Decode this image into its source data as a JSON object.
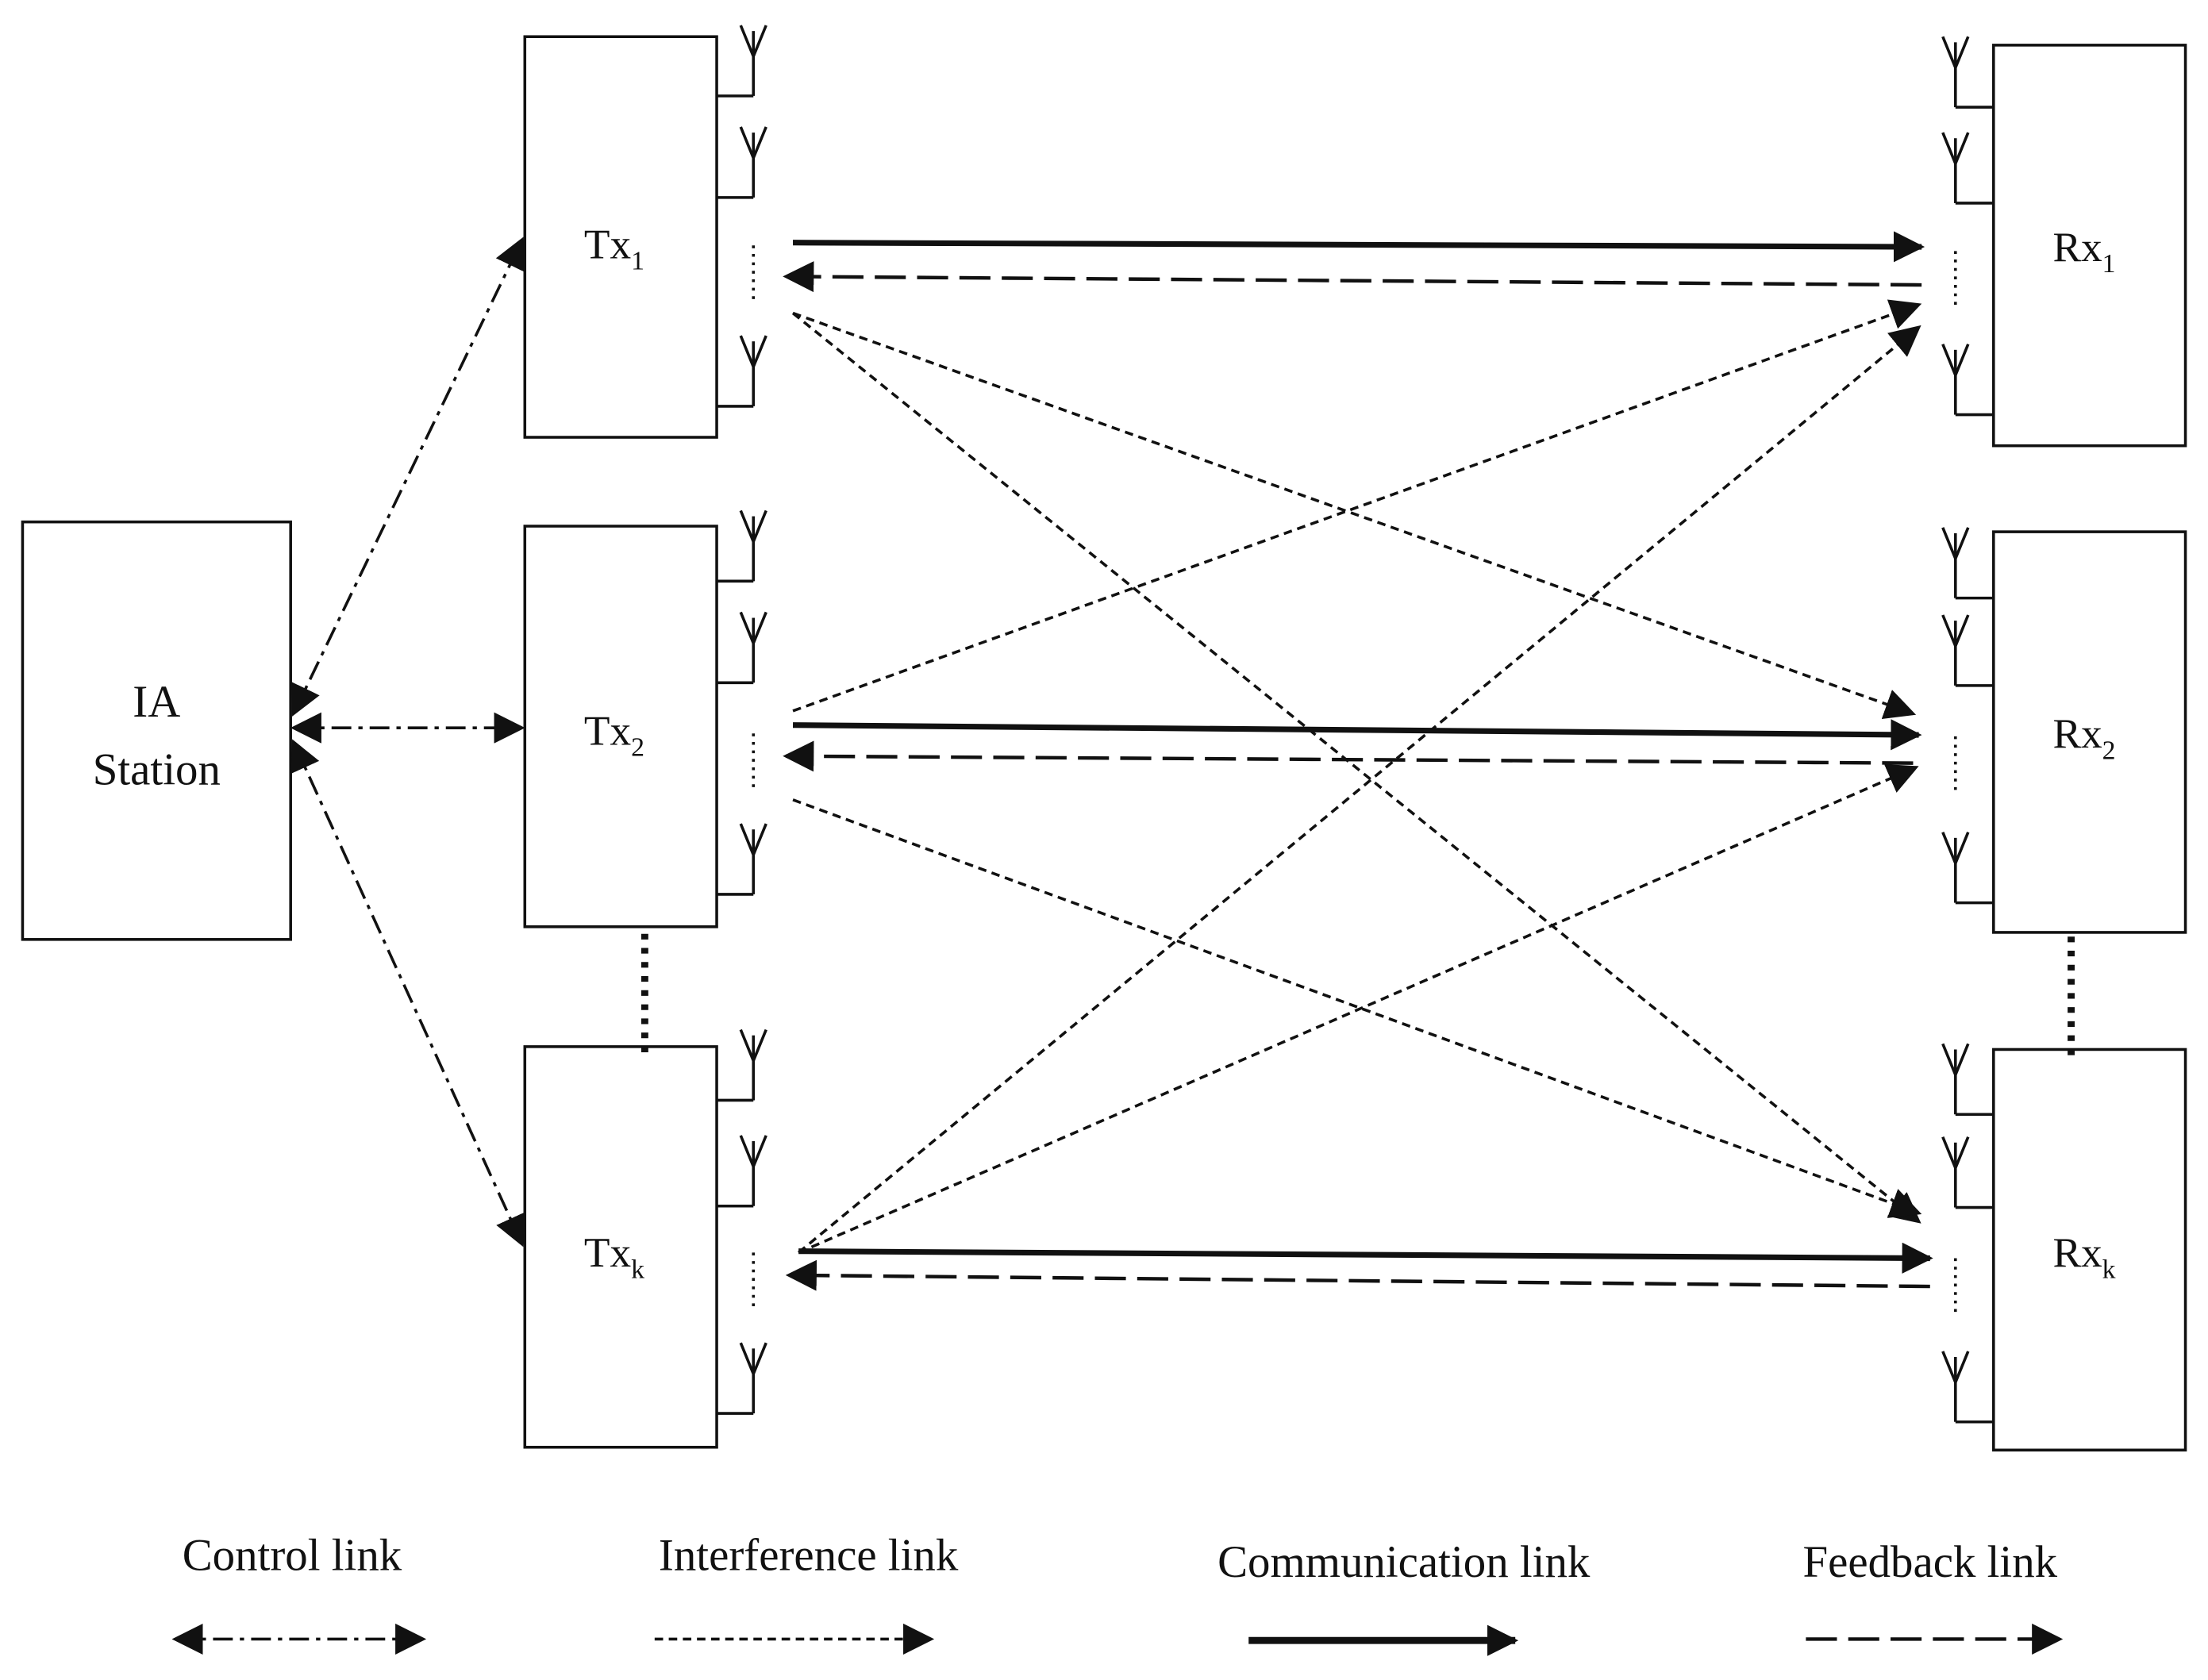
{
  "station": {
    "line1": "IA",
    "line2": "Station"
  },
  "transmitters": [
    {
      "base": "Tx",
      "sub": "1"
    },
    {
      "base": "Tx",
      "sub": "2"
    },
    {
      "base": "Tx",
      "sub": "k"
    }
  ],
  "receivers": [
    {
      "base": "Rx",
      "sub": "1"
    },
    {
      "base": "Rx",
      "sub": "2"
    },
    {
      "base": "Rx",
      "sub": "k"
    }
  ],
  "legend": {
    "control": "Control link",
    "interference": "Interference link",
    "communication": "Communication link",
    "feedback": "Feedback link"
  }
}
